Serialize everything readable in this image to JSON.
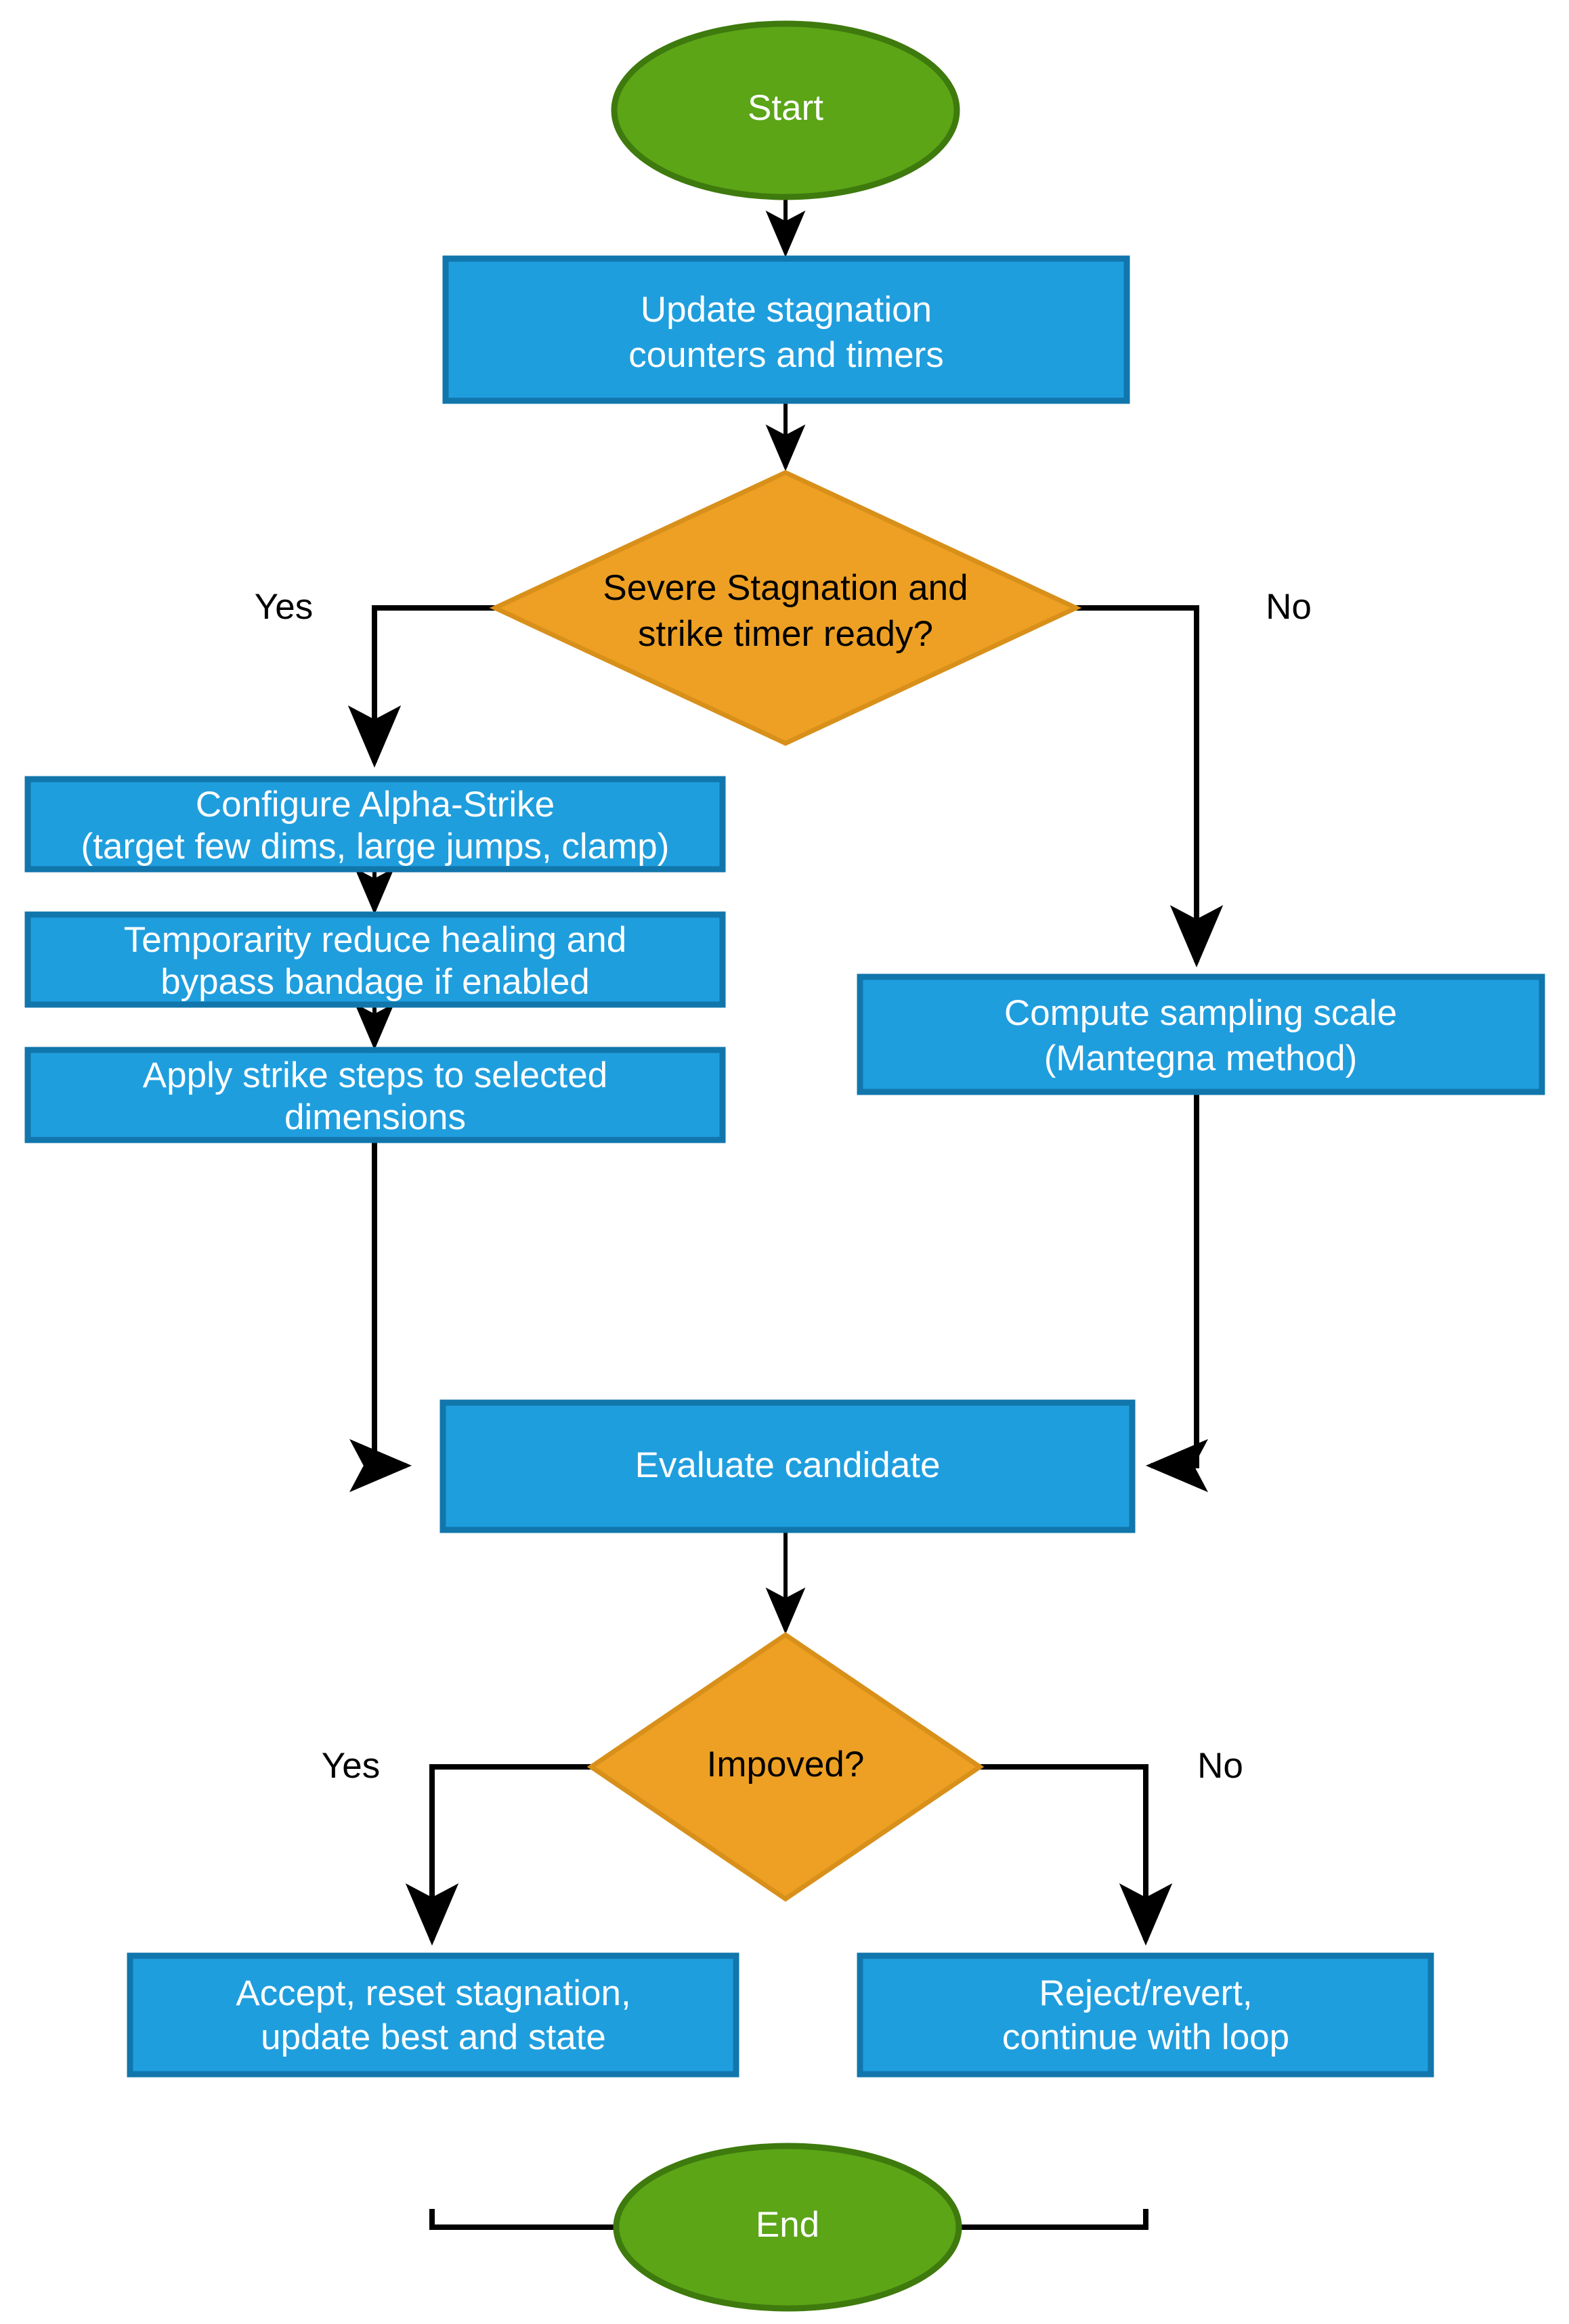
{
  "diagram": {
    "title": "Alpha-Strike stagnation escape flowchart",
    "colors": {
      "process_fill": "#1f9ede",
      "process_stroke": "#1176ac",
      "terminal_fill": "#5ba517",
      "terminal_stroke": "#3e7a0d",
      "decision_fill": "#eda023",
      "decision_stroke": "#d8901a",
      "connector": "#000000",
      "process_text": "#ffffff",
      "decision_text": "#000000",
      "background": "#ffffff"
    },
    "nodes": {
      "start": {
        "type": "terminal",
        "label": "Start"
      },
      "update_counters": {
        "type": "process",
        "line1": "Update stagnation",
        "line2": "counters and timers"
      },
      "decision_stagnation": {
        "type": "decision",
        "line1": "Severe Stagnation and",
        "line2": "strike timer ready?"
      },
      "configure_alpha_strike": {
        "type": "process",
        "line1": "Configure Alpha-Strike",
        "line2": "(target few dims, large jumps, clamp)"
      },
      "reduce_healing": {
        "type": "process",
        "line1": "Temporarity reduce healing and",
        "line2": "bypass bandage if enabled"
      },
      "apply_strike_steps": {
        "type": "process",
        "line1": "Apply strike steps to selected",
        "line2": "dimensions"
      },
      "compute_sampling_scale": {
        "type": "process",
        "line1": "Compute sampling scale",
        "line2": "(Mantegna method)"
      },
      "evaluate_candidate": {
        "type": "process",
        "line1": "Evaluate candidate",
        "line2": ""
      },
      "decision_improved": {
        "type": "decision",
        "line1": "Impoved?",
        "line2": ""
      },
      "accept": {
        "type": "process",
        "line1": "Accept, reset stagnation,",
        "line2": "update best and state"
      },
      "reject": {
        "type": "process",
        "line1": "Reject/revert,",
        "line2": "continue with loop"
      },
      "end": {
        "type": "terminal",
        "label": "End"
      }
    },
    "edge_labels": {
      "stagnation_yes": "Yes",
      "stagnation_no": "No",
      "improved_yes": "Yes",
      "improved_no": "No"
    }
  }
}
